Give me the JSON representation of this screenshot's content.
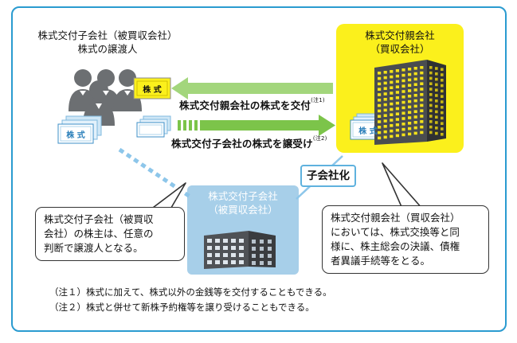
{
  "left_group": {
    "title_line1": "株式交付子会社（被買収会社）",
    "title_line2": "株式の譲渡人",
    "share_doc_label": "株 式",
    "share_card_label": "株 式"
  },
  "parent": {
    "title_line1": "株式交付親会社",
    "title_line2": "（買収会社）",
    "share_card_label": "株 式"
  },
  "arrows": {
    "top": {
      "text": "株式交付親会社の株式を交付",
      "note": "(注1)"
    },
    "bottom": {
      "text": "株式交付子会社の株式を譲受け",
      "note": "(注2)"
    }
  },
  "subsidiary": {
    "title_line1": "株式交付子会社",
    "title_line2": "（被買収会社）",
    "badge": "子会社化"
  },
  "callouts": {
    "left": [
      "株式交付子会社（被買収",
      "会社）の株主は、任意の",
      "判断で譲渡人となる。"
    ],
    "right": [
      "株式交付親会社（買収会社）",
      "においては、株式交換等と同",
      "様に、株主総会の決議、債権",
      "者異議手続等をとる。"
    ]
  },
  "notes": [
    "（注１）株式に加えて、株式以外の金銭等を交付することもできる。",
    "（注２）株式と併せて新株予約権等を譲り受けることもできる。"
  ],
  "colors": {
    "frame": "#2a9bd0",
    "parent_fill": "#fbf01c",
    "subsidiary_fill": "#a7cfe9",
    "arrow_green": "#7cc44a",
    "people_gray": "#6c6f72"
  },
  "icons": [
    "people-icon",
    "share-certificate-icon",
    "office-tower-icon",
    "building-icon"
  ]
}
